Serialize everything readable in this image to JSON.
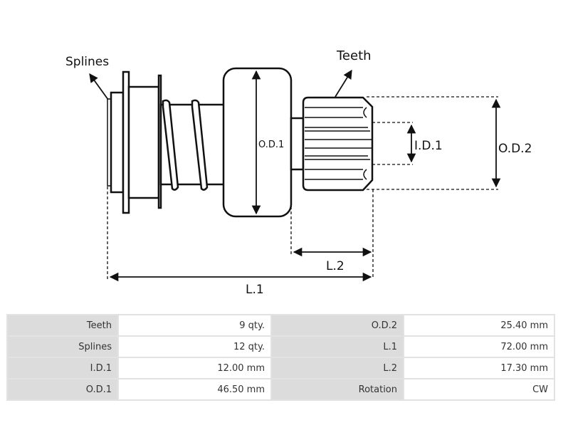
{
  "diagram": {
    "labels": {
      "splines": "Splines",
      "teeth": "Teeth",
      "od1": "O.D.1",
      "id1": "I.D.1",
      "od2": "O.D.2",
      "l1": "L.1",
      "l2": "L.2"
    }
  },
  "specs": {
    "rows": [
      {
        "k1": "Teeth",
        "v1": "9 qty.",
        "k2": "O.D.2",
        "v2": "25.40 mm"
      },
      {
        "k1": "Splines",
        "v1": "12 qty.",
        "k2": "L.1",
        "v2": "72.00 mm"
      },
      {
        "k1": "I.D.1",
        "v1": "12.00 mm",
        "k2": "L.2",
        "v2": "17.30 mm"
      },
      {
        "k1": "O.D.1",
        "v1": "46.50 mm",
        "k2": "Rotation",
        "v2": "CW"
      }
    ]
  }
}
